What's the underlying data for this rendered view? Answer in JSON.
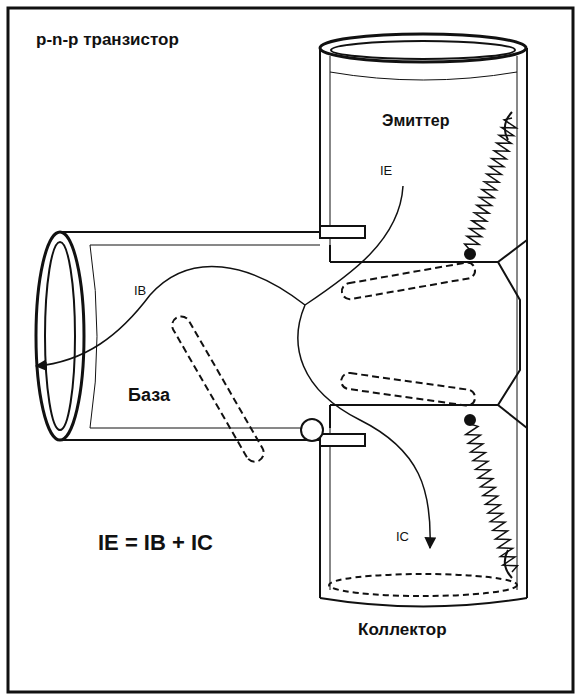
{
  "diagram": {
    "title": "p-n-p транзистор",
    "labels": [
      "Эмиттер",
      "База",
      "Коллектор",
      "IE",
      "IB",
      "IC",
      "IE = IB + IC"
    ]
  }
}
